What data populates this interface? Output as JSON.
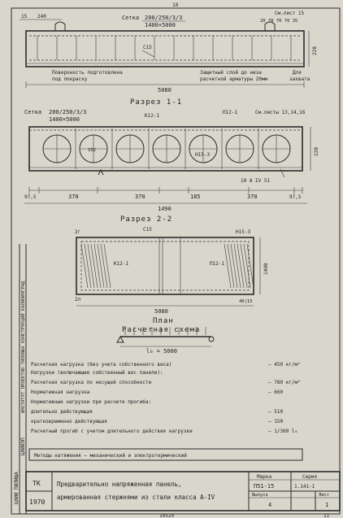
{
  "sheet_number": "10",
  "colors": {
    "paper": "#eceae3",
    "ink": "#2b2b2b",
    "background": "#d9d6cc"
  },
  "elevation": {
    "dims_top": [
      "15",
      "240"
    ],
    "mesh_label": "Сетка",
    "mesh_spec_1": "200/250/3/3",
    "mesh_spec_2": "1400×5000",
    "detail_ref": "См.лист 15",
    "dims_right": "20 70 70 70 35",
    "bar_label": "С15",
    "note_surface_1": "Поверхность подготовлена",
    "note_surface_2": "под покраску",
    "note_cover_1": "Защитный слой до низа",
    "note_cover_2": "расчетной арматуры 20мм",
    "note_lift_1": "Для",
    "note_lift_2": "захвата",
    "length": "5080",
    "height": "220"
  },
  "section_1": {
    "title": "Разрез 1-1",
    "mesh_label": "Сетка",
    "mesh_spec_1": "200/250/3/3",
    "mesh_spec_2": "1400×5000",
    "k12": "К12-1",
    "p12": "П12-1",
    "sheets_ref": "См.листы 13,14,16",
    "note_152": "152",
    "n153": "Н15-3",
    "rebar": "10 A IV 51",
    "height": "220",
    "dims_bottom": [
      "97,5",
      "370",
      "370",
      "185",
      "370",
      "97,5"
    ],
    "width_total": "1490"
  },
  "section_2": {
    "title": "Разрез 2-2",
    "label_2g": "2г",
    "bar_label": "С15",
    "n153": "Н15-3",
    "k12": "К12-1",
    "p12": "П12-1",
    "width": "1490",
    "label_2l": "2л",
    "length": "5080",
    "dim_right": "40|15",
    "plan_title": "План"
  },
  "calc_scheme": {
    "title": "Расчетная схема",
    "span_label": "l₀ = 5000"
  },
  "loads": [
    {
      "label": "Расчетная нагрузка (без учета собственного веса)",
      "value": "— 450 кг/м²"
    },
    {
      "label": "Нагрузки (включающие собственный вес панели):",
      "value": ""
    },
    {
      "label": "Расчетная нагрузка по несущей способности",
      "value": "— 780 кг/м²"
    },
    {
      "label": "Нормативная нагрузка",
      "value": "— 660"
    },
    {
      "label": "Нормативные нагрузки при расчете прогиба:",
      "value": ""
    },
    {
      "label": "длительно действующая",
      "value": "— 510"
    },
    {
      "label": "кратковременно действующая",
      "value": "— 150"
    },
    {
      "label": "Расчетный прогиб с учетом длительного действия нагрузки",
      "value": "— 1/300 l₀"
    }
  ],
  "tension_method": "Методы натяжения — механический и электротермический",
  "side_stamp": {
    "left_text": "ЦНИИ ПИЛИЩА",
    "middle_text": "ЦНИИЭП",
    "right_text": "ИНСТИТУТ ПРОЕКТНО-ТИПОВЫХ КОНСТРУКЦИЙ КАЛИНИНГРАД"
  },
  "title_block": {
    "org": "ТК",
    "year": "1970",
    "title_1": "Предварительно напряженная панель,",
    "title_2": "армированная стержнями из стали класса А-IV",
    "mark_label": "Марка",
    "mark_value": "П51-15",
    "series_label": "Серия",
    "series_value": "1.141-1",
    "issue_label": "Выпуск",
    "issue_value": "4",
    "sheet_label": "Лист",
    "sheet_value": "1",
    "page_number": "11"
  },
  "doc_number": "10529"
}
